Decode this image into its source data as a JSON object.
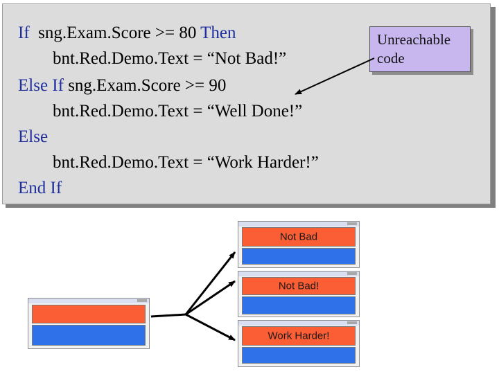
{
  "code_lines": [
    {
      "kw1": "If",
      "rest": "  sng.Exam.Score >= 80 ",
      "kw2": "Then"
    },
    {
      "kw1": "",
      "rest": "bnt.Red.Demo.Text = “Not Bad!”",
      "kw2": ""
    },
    {
      "kw1": "Else If",
      "rest": " sng.Exam.Score >= 90",
      "kw2": ""
    },
    {
      "kw1": "",
      "rest": "bnt.Red.Demo.Text = “Well Done!”",
      "kw2": ""
    },
    {
      "kw1": "Else",
      "rest": "",
      "kw2": ""
    },
    {
      "kw1": "",
      "rest": "bnt.Red.Demo.Text = “Work Harder!”",
      "kw2": ""
    },
    {
      "kw1": "End If",
      "rest": "",
      "kw2": ""
    }
  ],
  "callout": {
    "line1": "Unreachable",
    "line2": "code"
  },
  "windows": {
    "source": {
      "top_label": "",
      "bottom_label": ""
    },
    "result1": {
      "top_label": "Not Bad",
      "bottom_label": ""
    },
    "result2": {
      "top_label": "Not Bad!",
      "bottom_label": ""
    },
    "result3": {
      "top_label": "Work Harder!",
      "bottom_label": ""
    }
  },
  "colors": {
    "keyword": "#1f2f9e",
    "code_background": "#dcdcdc",
    "callout_background": "#c8b7ee",
    "button_orange": "#fb5d35",
    "button_blue": "#2e71e8"
  }
}
